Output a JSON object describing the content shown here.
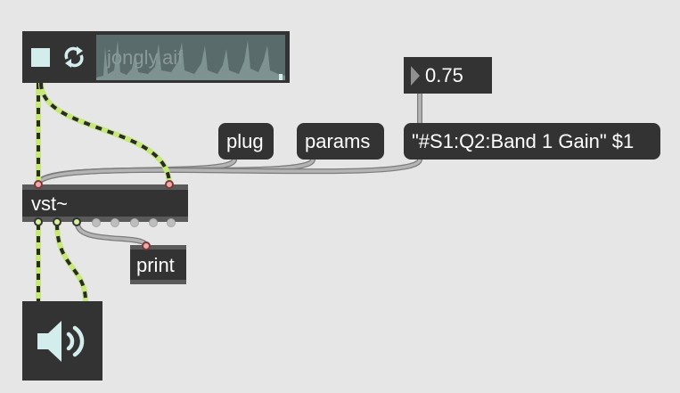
{
  "playlist": {
    "filename": "jongly.aif",
    "stop_icon": "stop-square-icon",
    "loop_icon": "loop-arrows-icon"
  },
  "number_box": {
    "value": "0.75"
  },
  "messages": {
    "plug": "plug",
    "params": "params",
    "param_set": "\"#S1:Q2:Band 1 Gain\" $1"
  },
  "vst_object": {
    "label": "vst~"
  },
  "print_object": {
    "label": "print"
  },
  "dac": {
    "icon": "speaker-icon"
  },
  "colors": {
    "canvas": "#e6e6e6",
    "object_bg": "#333333",
    "signal_cord": "#c6e87a",
    "signal_dash": "#2a2a2a",
    "control_cord": "#a8a8a8",
    "inlet": "#f2a9a9",
    "outlet_signal": "#d8f09a"
  }
}
